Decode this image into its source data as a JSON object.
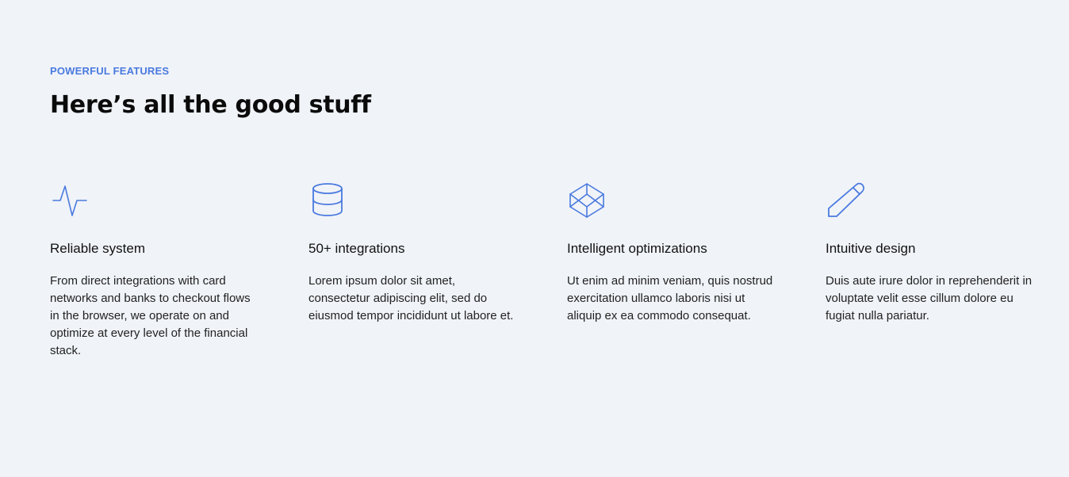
{
  "section": {
    "eyebrow": "POWERFUL FEATURES",
    "headline": "Here’s all the good stuff"
  },
  "colors": {
    "accent": "#4a7adf",
    "background": "#f0f3f8",
    "heading": "#0b0b0b",
    "body_text": "#222222"
  },
  "features": [
    {
      "icon": "activity-icon",
      "title": "Reliable system",
      "description": "From direct integrations with card networks and banks to checkout flows in the browser, we operate on and optimize at every level of the financial stack."
    },
    {
      "icon": "database-icon",
      "title": "50+ integrations",
      "description": "Lorem ipsum dolor sit amet, consectetur adipiscing elit, sed do eiusmod tempor incididunt ut labore et."
    },
    {
      "icon": "codepen-icon",
      "title": "Intelligent optimizations",
      "description": "Ut enim ad minim veniam, quis nostrud exercitation ullamco laboris nisi ut aliquip ex ea commodo consequat."
    },
    {
      "icon": "pen-icon",
      "title": "Intuitive design",
      "description": "Duis aute irure dolor in reprehenderit in voluptate velit esse cillum dolore eu fugiat nulla pariatur."
    }
  ]
}
